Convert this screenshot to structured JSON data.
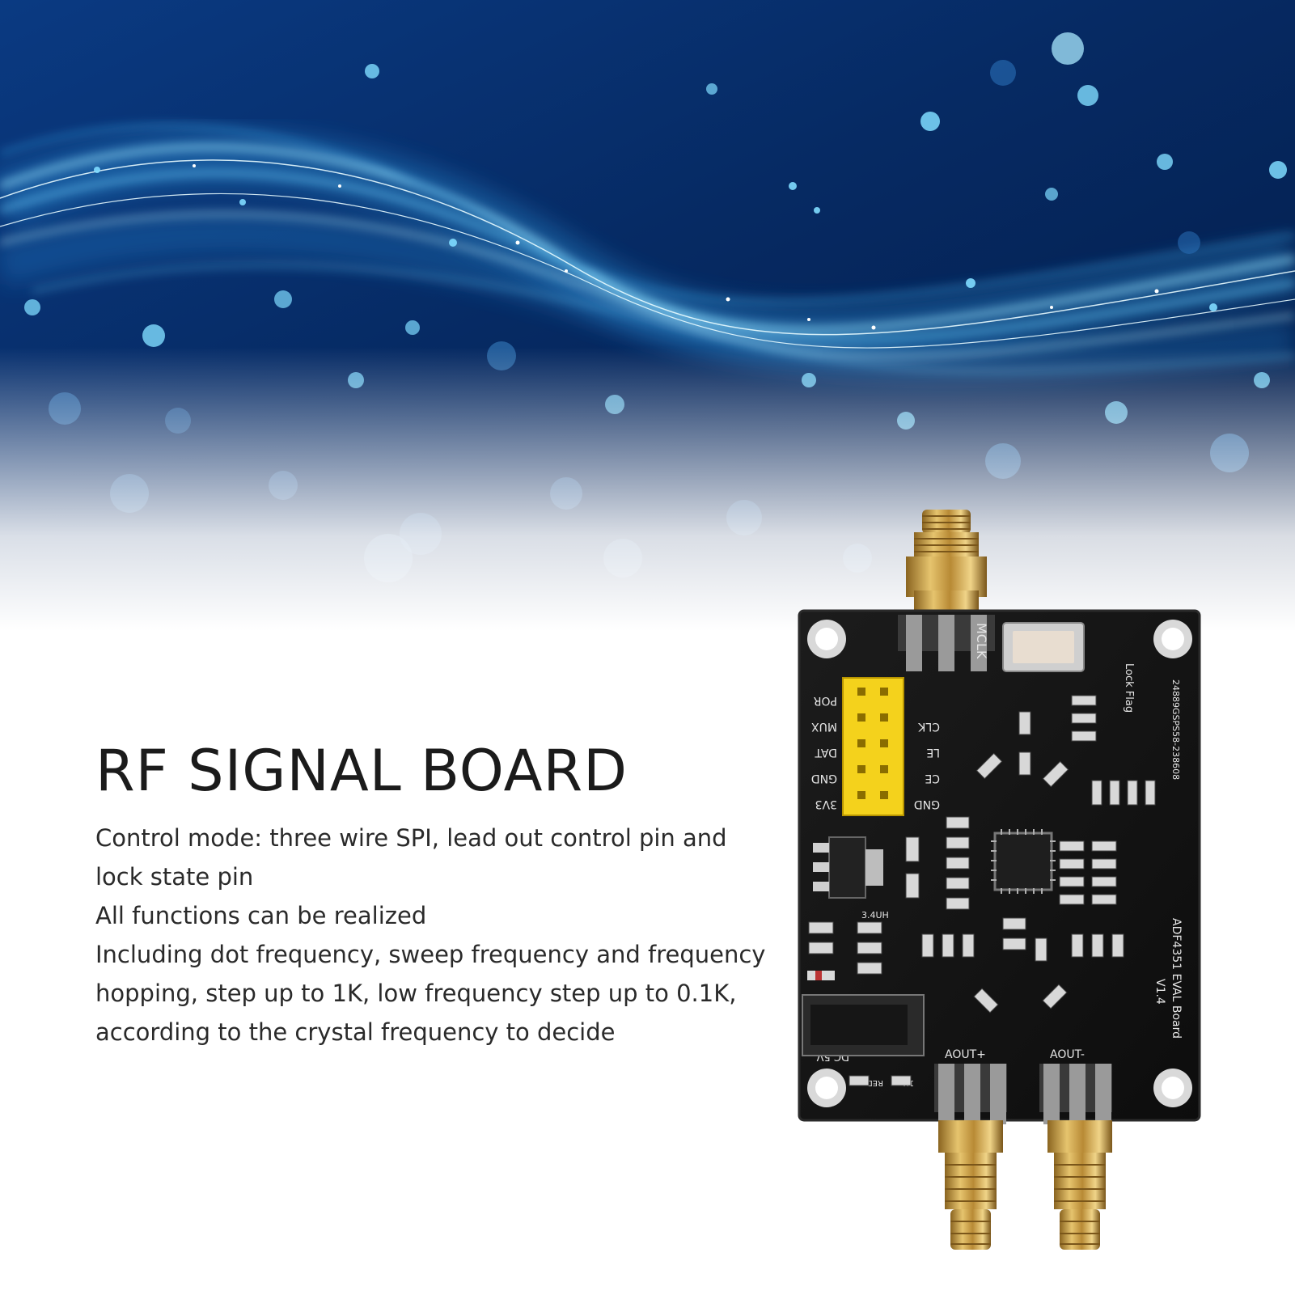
{
  "title": "RF SIGNAL BOARD",
  "description_lines": [
    "Control mode: three wire SPI, lead out control pin and",
    "lock state pin",
    "All functions can be realized",
    "Including dot frequency, sweep frequency and frequency",
    "hopping, step up to 1K, low frequency step up to 0.1K,",
    "according to the crystal frequency to decide"
  ],
  "board": {
    "silkscreen": {
      "mclk": "MCLK",
      "lock_flag": "Lock Flag",
      "pins_left": [
        "POR",
        "MUX",
        "DAT",
        "GND",
        "3V3"
      ],
      "pins_right": [
        "CLK",
        "LE",
        "CE",
        "GND"
      ],
      "board_name": "ADF4351 EVAL Board",
      "version": "V1.4",
      "serial": "24889GSPS58-238608",
      "power": "DC 5V",
      "out_plus": "AOUT+",
      "out_minus": "AOUT-",
      "led": "RED",
      "resistor": "1K",
      "inductor": "3.4UH"
    }
  },
  "colors": {
    "hero_deep": "#04183d",
    "hero_mid": "#0b3f86",
    "hero_glow": "#6fd3ff",
    "pcb": "#141414",
    "gold": "#c9a04a",
    "header_yellow": "#f4d21c",
    "text": "#1b1b1b"
  }
}
